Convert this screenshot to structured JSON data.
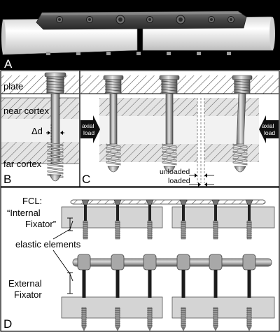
{
  "panels": {
    "a": {
      "letter": "A"
    },
    "b": {
      "letter": "B",
      "plate": "plate",
      "near_cortex": "near cortex",
      "far_cortex": "far cortex",
      "delta_d": "Δd"
    },
    "c": {
      "letter": "C",
      "axial_left": [
        "axial",
        "load"
      ],
      "axial_right": [
        "axial",
        "load"
      ],
      "unloaded": "unloaded",
      "loaded": "loaded"
    },
    "d": {
      "letter": "D",
      "fcl": "FCL:",
      "internal_fixator": "“Internal",
      "internal_fixator_2": "Fixator”",
      "elastic_elements": "elastic elements",
      "external": "External",
      "external_2": "Fixator"
    }
  },
  "colors": {
    "plate_dark": "#3a3a3a",
    "bone": "#d9d9d9",
    "screw": "#8c8c8c",
    "pin": "#222222",
    "arrow": "#111111"
  }
}
